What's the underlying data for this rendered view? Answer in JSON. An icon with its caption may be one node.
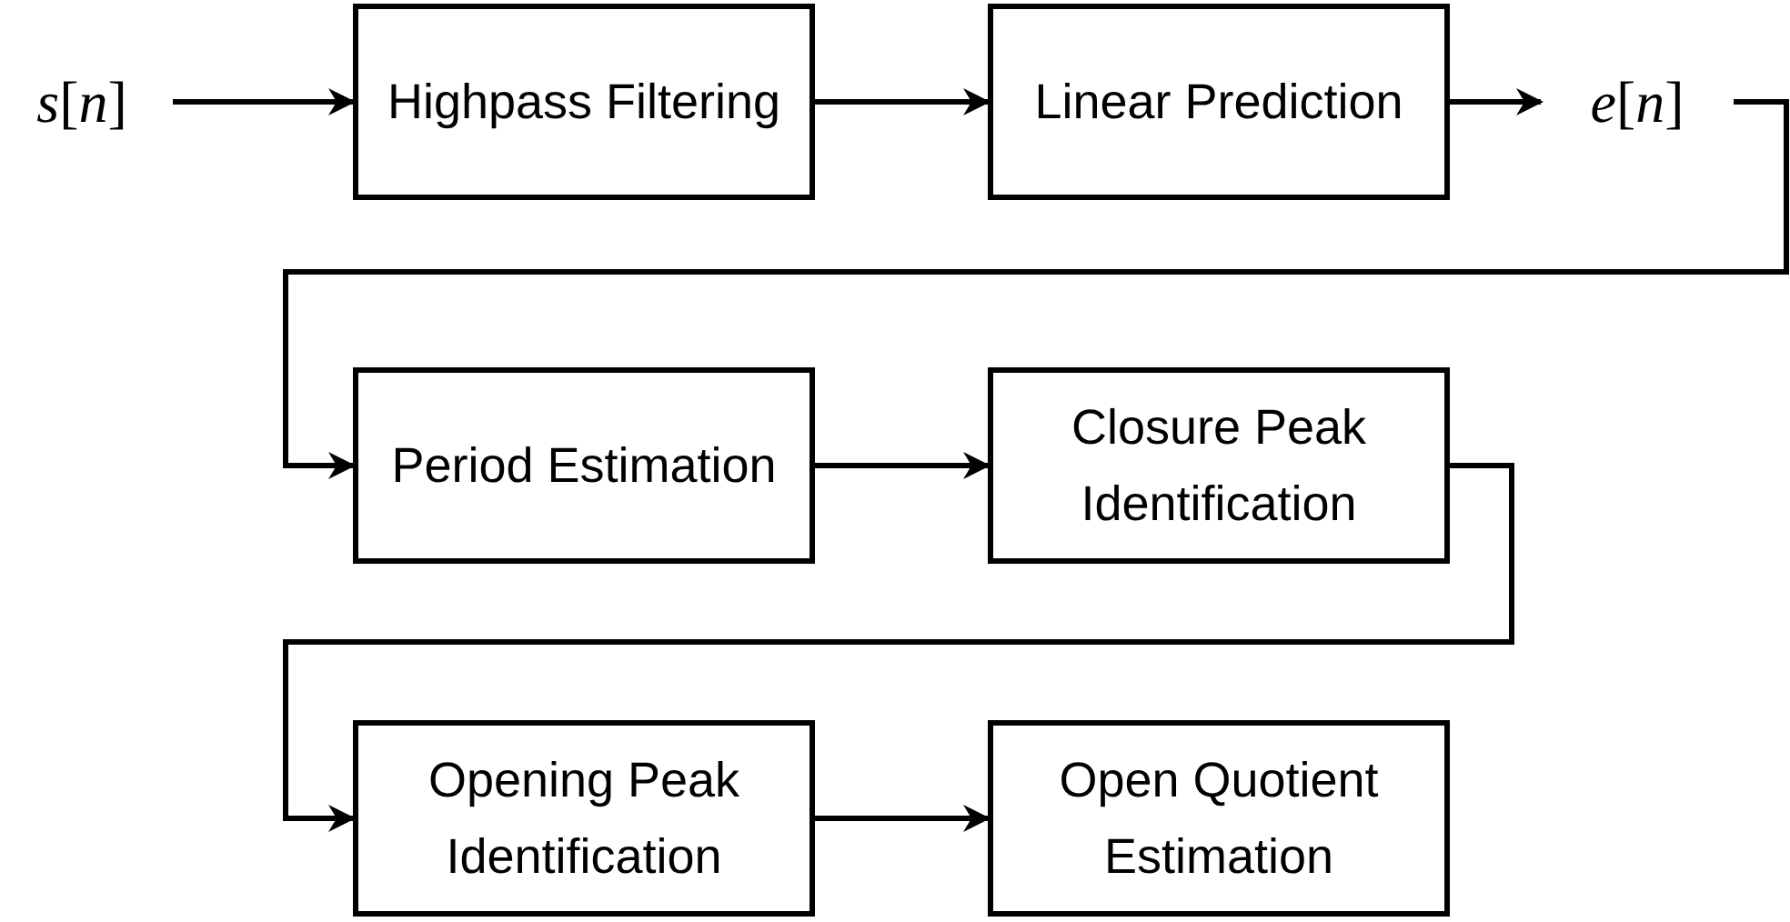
{
  "diagram": {
    "nodes": [
      {
        "text": [
          "*s*[*n*]"
        ]
      },
      {
        "text": [
          "Highpass Filtering"
        ]
      },
      {
        "text": [
          "Linear Prediction"
        ]
      },
      {
        "text": [
          "*e*[*n*]"
        ]
      },
      {
        "text": [
          "Period Estimation"
        ]
      },
      {
        "text": [
          "Closure Peak Identification"
        ]
      },
      {
        "text": [
          "Opening Peak Identification"
        ]
      },
      {
        "text": [
          "Open Quotient Estimation"
        ]
      }
    ],
    "edges": [
      {
        "from": 0,
        "to": 1,
        "arrow": "to"
      },
      {
        "from": 1,
        "to": 2,
        "arrow": "to"
      },
      {
        "from": 2,
        "to": 3,
        "arrow": "to"
      },
      {
        "from": 3,
        "to": 4,
        "arrow": "to"
      },
      {
        "from": 4,
        "to": 5,
        "arrow": "to"
      },
      {
        "from": 5,
        "to": 6,
        "arrow": "to"
      },
      {
        "from": 6,
        "to": 7,
        "arrow": "to"
      }
    ]
  }
}
